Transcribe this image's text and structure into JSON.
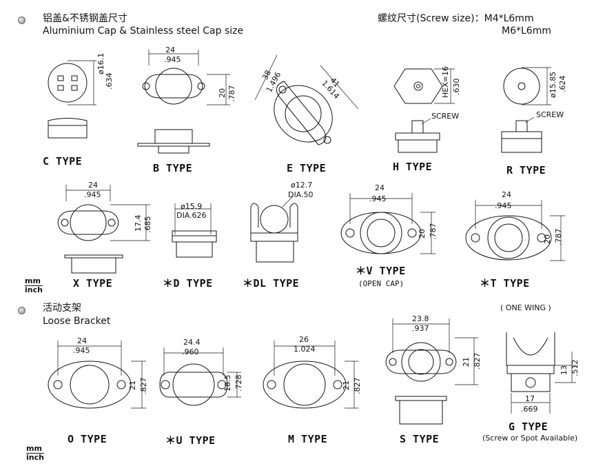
{
  "header": {
    "cap_cn": "铝盖&不锈钢盖尺寸",
    "cap_en": "Aluminium Cap & Stainless steel Cap size",
    "screw_label": "螺纹尺寸(Screw size)：M4*L6mm",
    "screw_line2": "M6*L6mm"
  },
  "bracket_header": {
    "cn": "活动支架",
    "en": "Loose Bracket"
  },
  "unit": {
    "top": "mm",
    "bottom": "inch"
  },
  "types": {
    "c": "C TYPE",
    "b": "B TYPE",
    "e": "E TYPE",
    "h": "H TYPE",
    "r": "R TYPE",
    "x": "X TYPE",
    "d": "＊D TYPE",
    "dl": "＊DL TYPE",
    "v": "＊V TYPE",
    "v_sub": "(OPEN CAP)",
    "t": "＊T TYPE",
    "o": "O TYPE",
    "u": "＊U TYPE",
    "m": "M TYPE",
    "s": "S TYPE",
    "g": "G TYPE",
    "g_sub": "(Screw or Spot Available)",
    "g_top": "( ONE WING )"
  },
  "dims": {
    "c_dia": "ø16.1",
    "c_in": ".634",
    "b_w": "24",
    "b_win": ".945",
    "b_h": "20",
    "b_hin": ".787",
    "e_a": "38",
    "e_ain": "1.496",
    "e_b": "41",
    "e_bin": "1.614",
    "h_hex": "HEX=16",
    "h_in": ".630",
    "screw": "SCREW",
    "r_dia": "ø15.85",
    "r_in": ".624",
    "x_w": "24",
    "x_win": ".945",
    "x_h": "17.4",
    "x_hin": ".685",
    "d_dia": "ø15.9",
    "d_in": "DIA.626",
    "dl_dia": "ø12.7",
    "dl_in": "DIA.50",
    "v_w": "24",
    "v_win": ".945",
    "v_h": "20",
    "v_hin": ".787",
    "t_w": "24",
    "t_win": ".945",
    "t_h": "20",
    "t_hin": ".787",
    "o_w": "24",
    "o_win": ".945",
    "o_h": "21",
    "o_hin": ".827",
    "u_w": "24.4",
    "u_win": ".960",
    "u_h": "18.5",
    "u_hin": ".728",
    "m_w": "26",
    "m_win": "1.024",
    "m_h": "21",
    "m_hin": ".827",
    "s_w": "23.8",
    "s_win": ".937",
    "s_h": "21",
    "s_hin": ".827",
    "g_h": "13",
    "g_hin": ".512",
    "g_w": "17",
    "g_win": ".669"
  }
}
